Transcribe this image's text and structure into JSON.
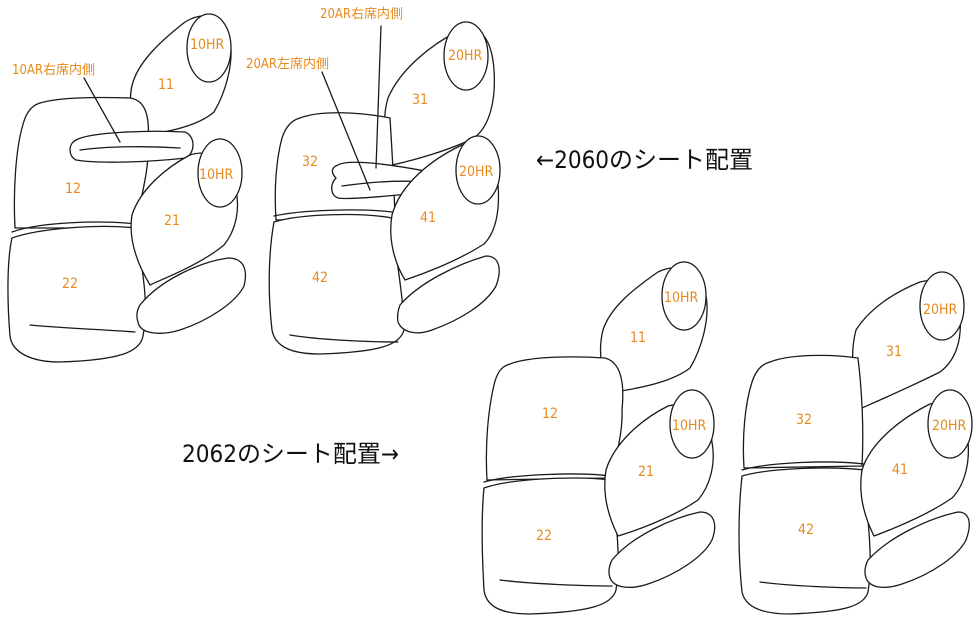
{
  "captions": {
    "layout_2060": "←2060のシート配置",
    "layout_2062": "2062のシート配置→"
  },
  "callouts": {
    "armrest_10ar_right_inner": "10AR右席内側",
    "armrest_20ar_right_inner": "20AR右席内側",
    "armrest_20ar_left_inner": "20AR左席内側"
  },
  "headrests": {
    "hr10": "10HR",
    "hr20": "20HR"
  },
  "part_numbers": {
    "p11": "11",
    "p12": "12",
    "p21": "21",
    "p22": "22",
    "p31": "31",
    "p32": "32",
    "p41": "41",
    "p42": "42"
  },
  "colors": {
    "label": "#e8891c",
    "outline": "#1a1a1a",
    "caption": "#111111"
  }
}
